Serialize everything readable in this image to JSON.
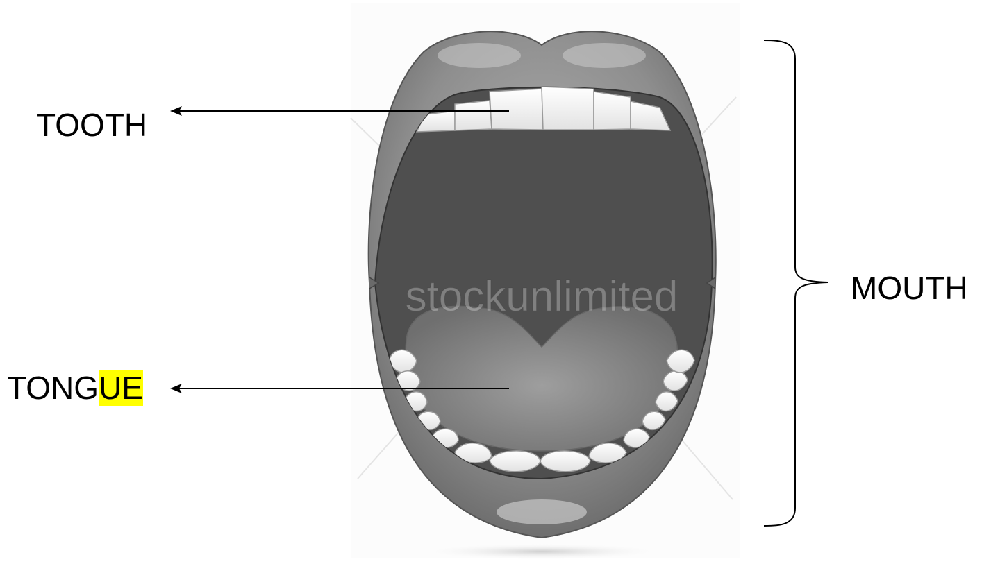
{
  "labels": {
    "tooth": "TOOTH",
    "tongue_prefix": "TONG",
    "tongue_highlight": "UE",
    "mouth": "MOUTH"
  },
  "watermark": "stockunlimited",
  "colors": {
    "lip": "#8e8e8e",
    "mouth_interior": "#4f4f4f",
    "tongue": "#8a8a8a",
    "teeth": "#f4f4f4",
    "highlight": "#ffff00",
    "text": "#000000"
  }
}
